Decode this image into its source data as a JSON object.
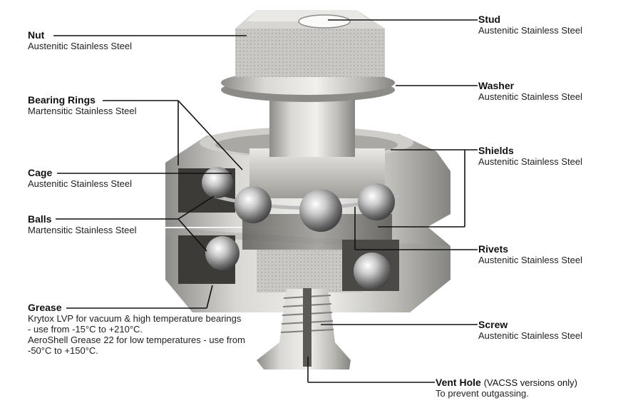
{
  "labels": {
    "nut": {
      "title": "Nut",
      "material": "Austenitic Stainless Steel"
    },
    "bearing": {
      "title": "Bearing Rings",
      "material": "Martensitic Stainless Steel"
    },
    "cage": {
      "title": "Cage",
      "material": "Austenitic Stainless Steel"
    },
    "balls": {
      "title": "Balls",
      "material": "Martensitic Stainless Steel"
    },
    "grease": {
      "title": "Grease",
      "line1": "Krytox LVP for vacuum & high temperature bearings",
      "line2": "- use from -15°C to +210°C.",
      "line3": "AeroShell Grease 22 for low temperatures - use from",
      "line4": "-50°C to +150°C."
    },
    "stud": {
      "title": "Stud",
      "material": "Austenitic Stainless Steel"
    },
    "washer": {
      "title": "Washer",
      "material": "Austenitic Stainless Steel"
    },
    "shields": {
      "title": "Shields",
      "material": "Austenitic Stainless Steel"
    },
    "rivets": {
      "title": "Rivets",
      "material": "Austenitic Stainless Steel"
    },
    "screw": {
      "title": "Screw",
      "material": "Austenitic Stainless Steel"
    },
    "vent": {
      "title": "Vent Hole",
      "qualifier": "(VACSS versions only)",
      "material": "To prevent outgassing."
    }
  },
  "colors": {
    "leader": "#111111",
    "steel_light": "#e6e6e4",
    "steel_mid": "#b9b8b4",
    "steel_dark": "#7c7b77"
  }
}
